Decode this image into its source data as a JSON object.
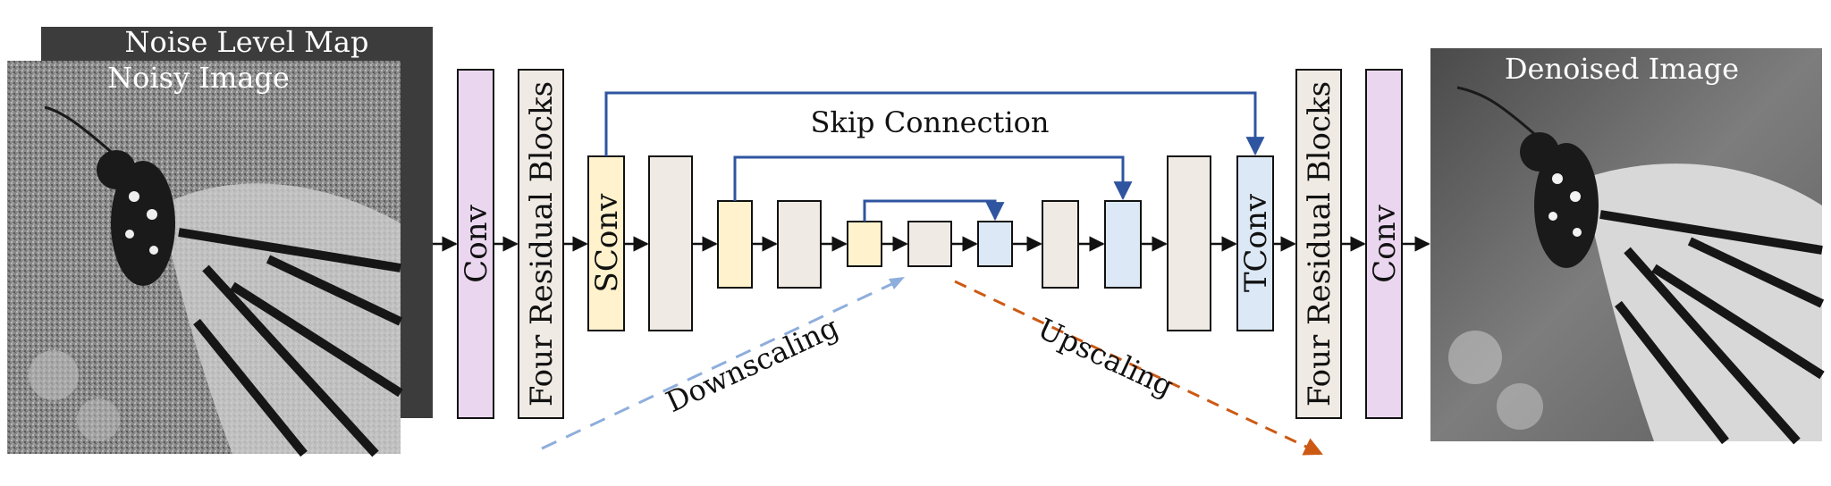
{
  "labels": {
    "noise_level_map": "Noise Level Map",
    "noisy_image": "Noisy Image",
    "denoised_image": "Denoised Image",
    "skip_connection": "Skip Connection",
    "downscaling": "Downscaling",
    "upscaling": "Upscaling"
  },
  "blocks": {
    "conv_in": "Conv",
    "residual_in": "Four Residual Blocks",
    "sconv": "SConv",
    "tconv": "TConv",
    "residual_out": "Four Residual Blocks",
    "conv_out": "Conv"
  },
  "colors": {
    "conv": "#ead7ef",
    "residual": "#efebe4",
    "down": "#fff2cc",
    "up": "#dce8f5",
    "skip_arrow": "#2f55a0",
    "downscaling_arrow": "#8eaedc",
    "upscaling_arrow": "#cc5a14",
    "noise_map": "#3c3c3c"
  }
}
